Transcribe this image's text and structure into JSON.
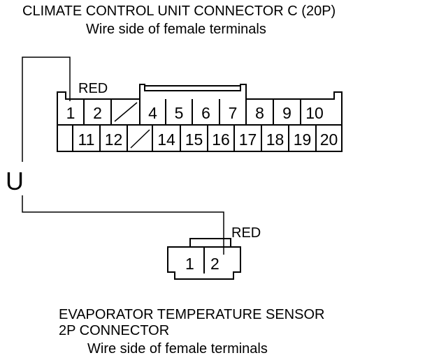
{
  "connector_c": {
    "title": "CLIMATE CONTROL UNIT CONNECTOR C (20P)",
    "subtitle": "Wire side of female terminals",
    "wire_color": "RED",
    "top_row": [
      "1",
      "2",
      "",
      "4",
      "5",
      "6",
      "7",
      "8",
      "9",
      "10"
    ],
    "bottom_row": [
      "",
      "11",
      "12",
      "",
      "14",
      "15",
      "16",
      "17",
      "18",
      "19",
      "20"
    ]
  },
  "continuity_symbol": "U",
  "sensor_connector": {
    "title_line1": "EVAPORATOR TEMPERATURE SENSOR",
    "title_line2": "2P CONNECTOR",
    "subtitle": "Wire side of female terminals",
    "wire_color": "RED",
    "pins": [
      "1",
      "2"
    ]
  },
  "colors": {
    "line": "#000000",
    "background": "#ffffff"
  }
}
